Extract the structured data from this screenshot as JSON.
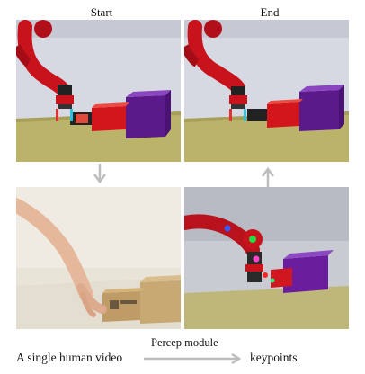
{
  "headers": {
    "start": "Start",
    "end": "End"
  },
  "captions": {
    "source": "A single human video",
    "module": "Percep module",
    "target": "keypoints"
  },
  "colors": {
    "robot_red": "#c8121c",
    "purple_box": "#6a1e9e",
    "table": "#bcb36a",
    "sky": "#d7d9e2",
    "arrow_gray": "#bdbdbd"
  }
}
